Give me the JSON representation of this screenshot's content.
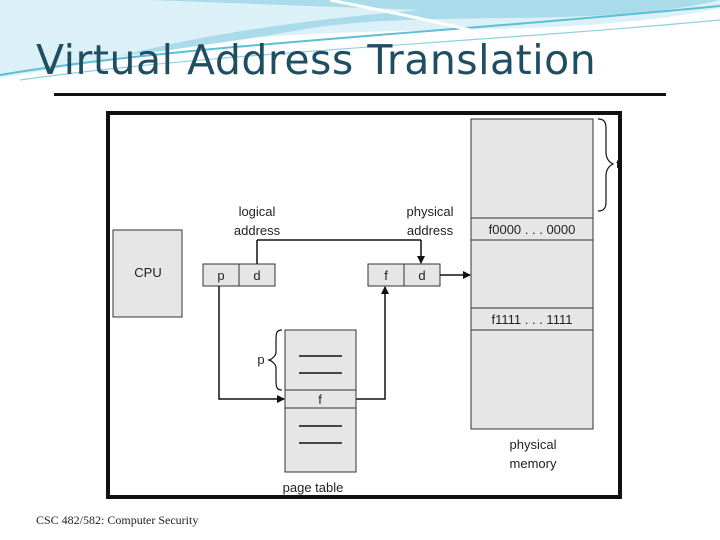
{
  "slide": {
    "title": "Virtual Address Translation",
    "footer": "CSC 482/582: Computer Security"
  },
  "diagram": {
    "cpu_label": "CPU",
    "logical_address_label": [
      "logical",
      "address"
    ],
    "physical_address_label": [
      "physical",
      "address"
    ],
    "logical_fields": [
      "p",
      "d"
    ],
    "physical_fields": [
      "f",
      "d"
    ],
    "page_table_label": "page table",
    "page_table_entry": "f",
    "page_table_index": "p",
    "physical_memory_label": [
      "physical",
      "memory"
    ],
    "frame_start": "f0000 . . . 0000",
    "frame_end": "f1111 . . . 1111",
    "frame_brace_label": "f"
  },
  "colors": {
    "title": "#1f4e63",
    "box_fill": "#e6e6e6",
    "teal_swoosh": "#5bbfd6"
  }
}
